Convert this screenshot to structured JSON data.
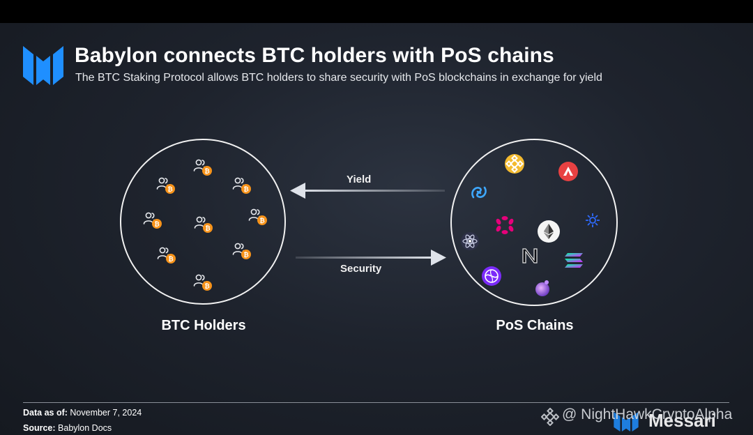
{
  "header": {
    "title": "Babylon connects BTC holders with PoS chains",
    "subtitle": "The BTC Staking Protocol allows BTC holders to share security with PoS blockchains in exchange for yield"
  },
  "diagram": {
    "left_label": "BTC Holders",
    "right_label": "PoS Chains",
    "arrow_top_label": "Yield",
    "arrow_bottom_label": "Security"
  },
  "footer": {
    "data_label": "Data as of:",
    "data_value": "November 7, 2024",
    "source_label": "Source:",
    "source_value": "Babylon Docs"
  },
  "watermark": {
    "handle": "@ NightHawkCryptoAlpha",
    "brand": "Messari"
  },
  "colors": {
    "accent": "#1f8fff",
    "bitcoin": "#f7931a",
    "circle": "#f2f2f2"
  },
  "icons": [
    "messari-logo-icon",
    "people-bitcoin-icon",
    "binance-icon",
    "avalanche-icon",
    "injective-icon",
    "ethereum-icon",
    "cosmos-icon",
    "polkadot-icon",
    "celestia-icon",
    "near-icon",
    "solana-icon",
    "osmosis-icon",
    "axelar-icon",
    "binance-watermark-icon"
  ]
}
